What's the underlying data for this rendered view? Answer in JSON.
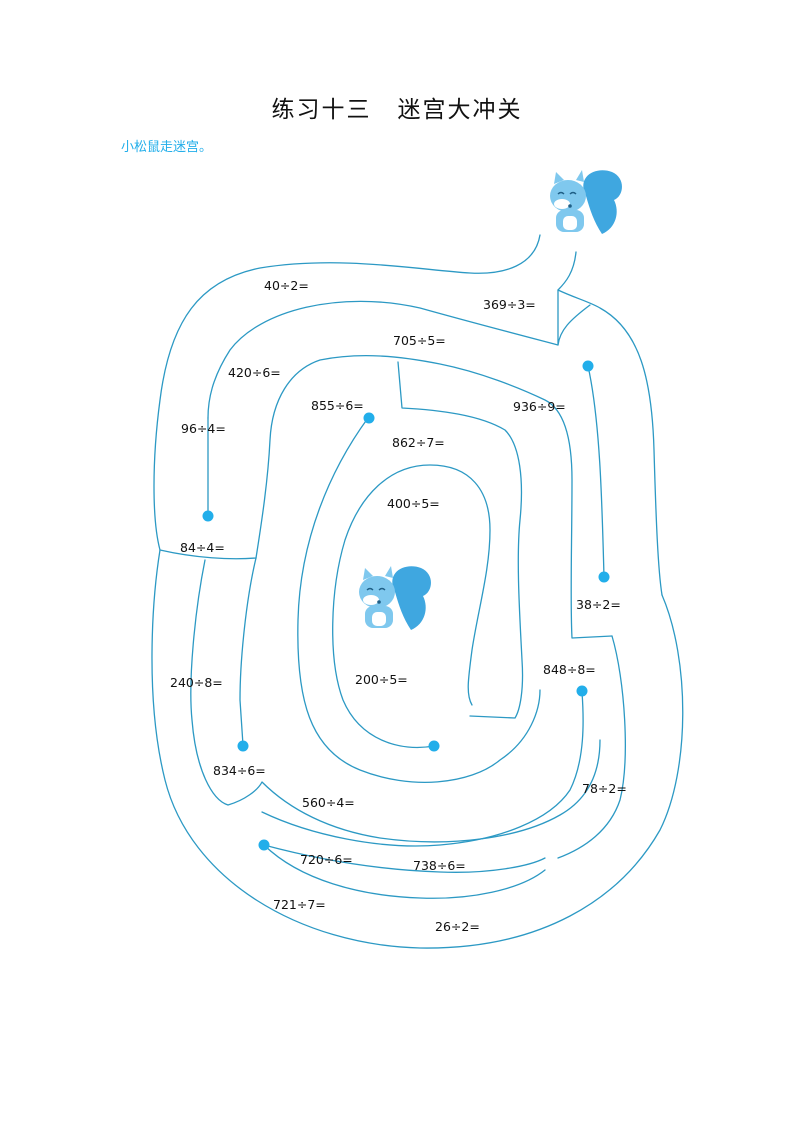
{
  "page": {
    "title_part1": "练习十三",
    "title_part2": "迷宫大冲关",
    "instruction": "小松鼠走迷宫。"
  },
  "colors": {
    "maze_line": "#2c99c4",
    "dot": "#22aeea",
    "instruction_text": "#22aeea",
    "squirrel_body": "#7fc8ee",
    "squirrel_tail": "#3fa7e0"
  },
  "icons": {
    "start_character": "squirrel-icon",
    "goal_character": "squirrel-icon"
  },
  "problems": [
    "40÷2=",
    "369÷3=",
    "705÷5=",
    "420÷6=",
    "96÷4=",
    "855÷6=",
    "862÷7=",
    "936÷9=",
    "400÷5=",
    "84÷4=",
    "38÷2=",
    "240÷8=",
    "200÷5=",
    "848÷8=",
    "834÷6=",
    "560÷4=",
    "78÷2=",
    "720÷6=",
    "738÷6=",
    "721÷7=",
    "26÷2="
  ]
}
